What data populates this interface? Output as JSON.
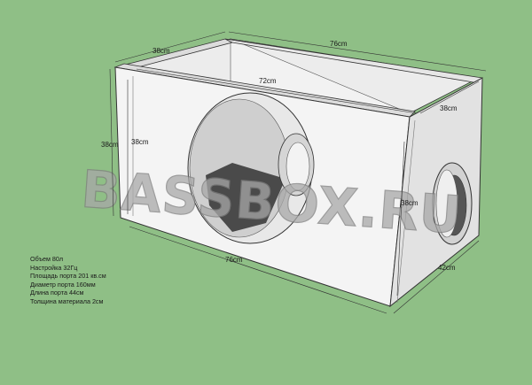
{
  "palette": {
    "background": "#8fbf86",
    "panel_face": "#f4f4f4",
    "panel_shade": "#d9d9d9",
    "inner_dark": "#4a4a4a",
    "watermark": "#a8a8a8",
    "line": "#333333"
  },
  "dimensions": {
    "top_depth": "38cm",
    "top_width": "76cm",
    "inner_width": "72cm",
    "front_height_outer": "38cm",
    "front_height_inner": "38cm",
    "right_depth_top": "38cm",
    "right_height": "38cm",
    "bottom_width": "76cm",
    "bottom_depth": "42cm"
  },
  "watermark": {
    "text": "BASSBOX.RU"
  },
  "specs": [
    "Объем 80л",
    "Настройка 32Гц",
    "Площадь порта 201 кв.см",
    "Диаметр порта 160мм",
    "Длина порта 44см",
    "Толщина материала 2см"
  ]
}
